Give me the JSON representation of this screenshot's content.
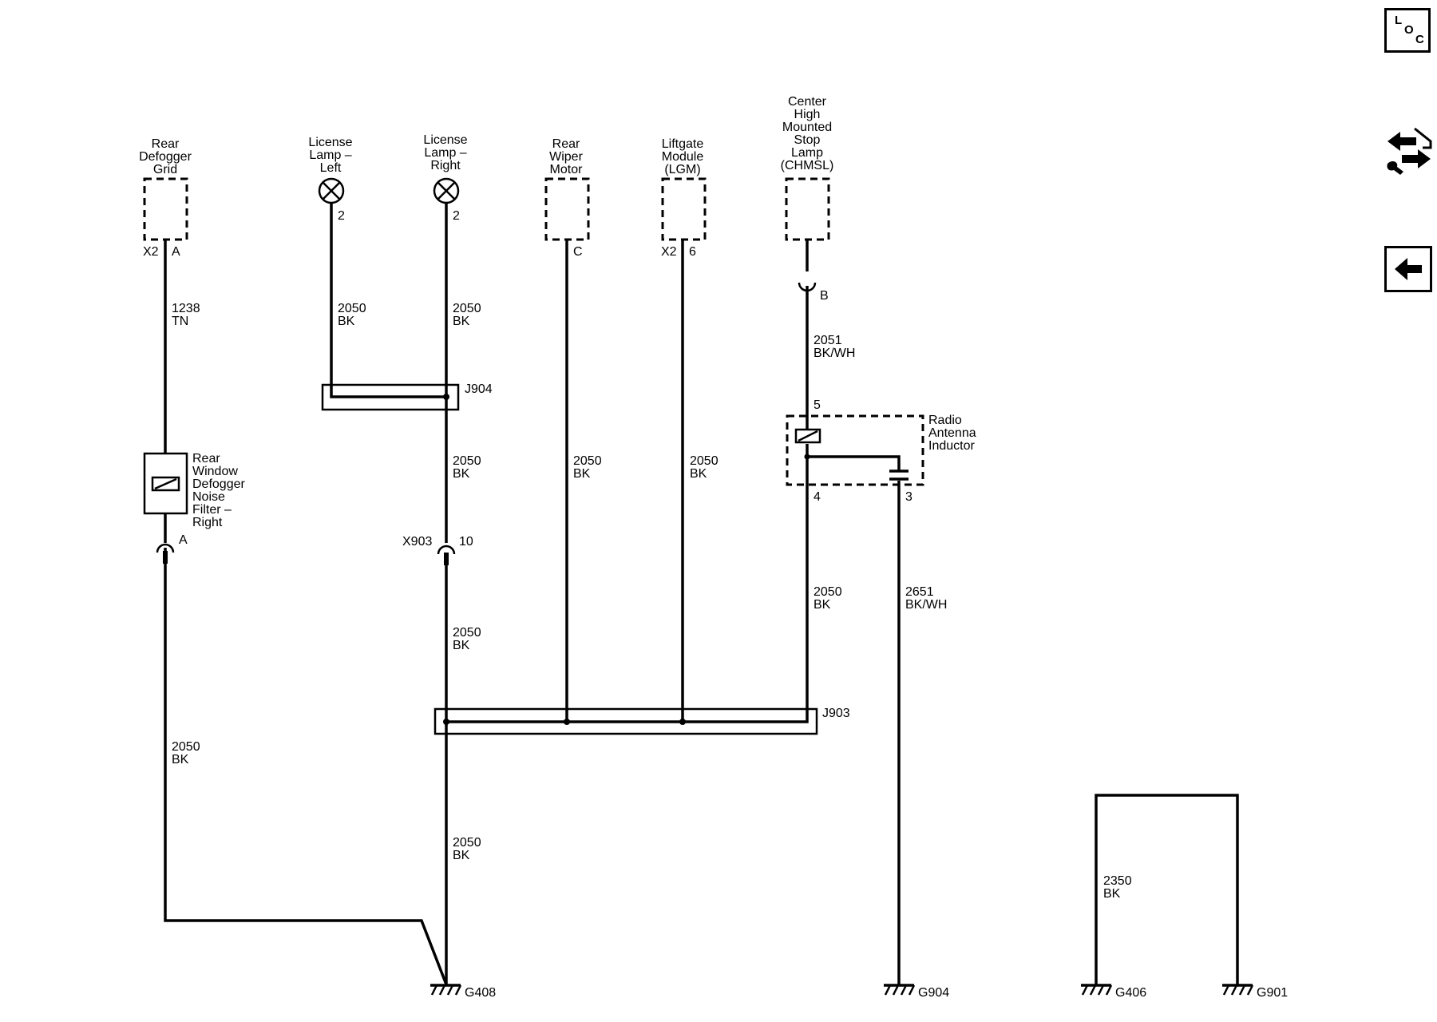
{
  "components": {
    "rear_defogger_grid": [
      "Rear",
      "Defogger",
      "Grid"
    ],
    "license_lamp_left": [
      "License",
      "Lamp –",
      "Left"
    ],
    "license_lamp_right": [
      "License",
      "Lamp –",
      "Right"
    ],
    "rear_wiper_motor": [
      "Rear",
      "Wiper",
      "Motor"
    ],
    "liftgate_module": [
      "Liftgate",
      "Module",
      "(LGM)"
    ],
    "chmsl": [
      "Center",
      "High",
      "Mounted",
      "Stop",
      "Lamp",
      "(CHMSL)"
    ],
    "noise_filter": [
      "Rear",
      "Window",
      "Defogger",
      "Noise",
      "Filter –",
      "Right"
    ],
    "radio_antenna_inductor": [
      "Radio",
      "Antenna",
      "Inductor"
    ]
  },
  "pins": {
    "defogger_connector": "X2",
    "defogger_pin": "A",
    "lamp_left_pin": "2",
    "lamp_right_pin": "2",
    "wiper_pin": "C",
    "lgm_connector": "X2",
    "lgm_pin": "6",
    "chmsl_pin": "B",
    "inductor_pin_5": "5",
    "inductor_pin_4": "4",
    "inductor_pin_3": "3",
    "filter_pin": "A",
    "inline_connector": "X903",
    "inline_pin": "10"
  },
  "wires": {
    "w1238": [
      "1238",
      "TN"
    ],
    "w2050": [
      "2050",
      "BK"
    ],
    "w2051": [
      "2051",
      "BK/WH"
    ],
    "w2651": [
      "2651",
      "BK/WH"
    ],
    "w2350": [
      "2350",
      "BK"
    ]
  },
  "splices": {
    "j904": "J904",
    "j903": "J903"
  },
  "grounds": {
    "g408": "G408",
    "g904": "G904",
    "g406": "G406",
    "g901": "G901"
  },
  "nav": {
    "loc_button": [
      "L",
      "O",
      "C"
    ]
  }
}
